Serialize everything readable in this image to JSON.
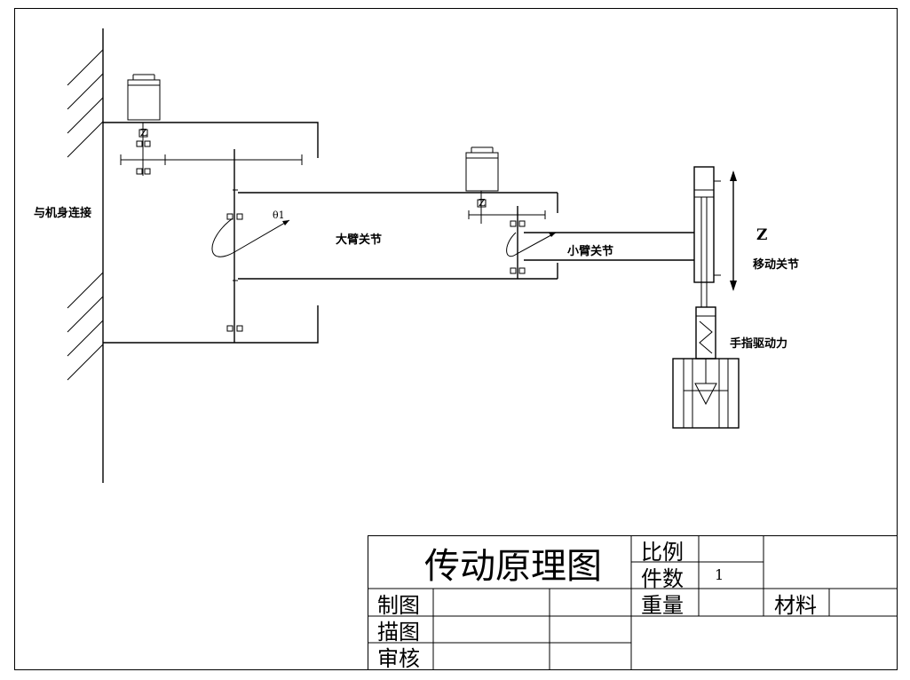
{
  "labels": {
    "connection": "与机身连接",
    "big_arm": "大臂关节",
    "small_arm": "小臂关节",
    "move_joint": "移动关节",
    "finger_drive": "手指驱动力",
    "theta": "θ1",
    "z_axis": "Z",
    "motor_mark_1": "Z",
    "motor_mark_2": "Z"
  },
  "title_block": {
    "title": "传动原理图",
    "scale_label": "比例",
    "quantity_label": "件数",
    "quantity_value": "1",
    "weight_label": "重量",
    "material_label": "材料",
    "drawn_label": "制图",
    "traced_label": "描图",
    "checked_label": "审核"
  }
}
